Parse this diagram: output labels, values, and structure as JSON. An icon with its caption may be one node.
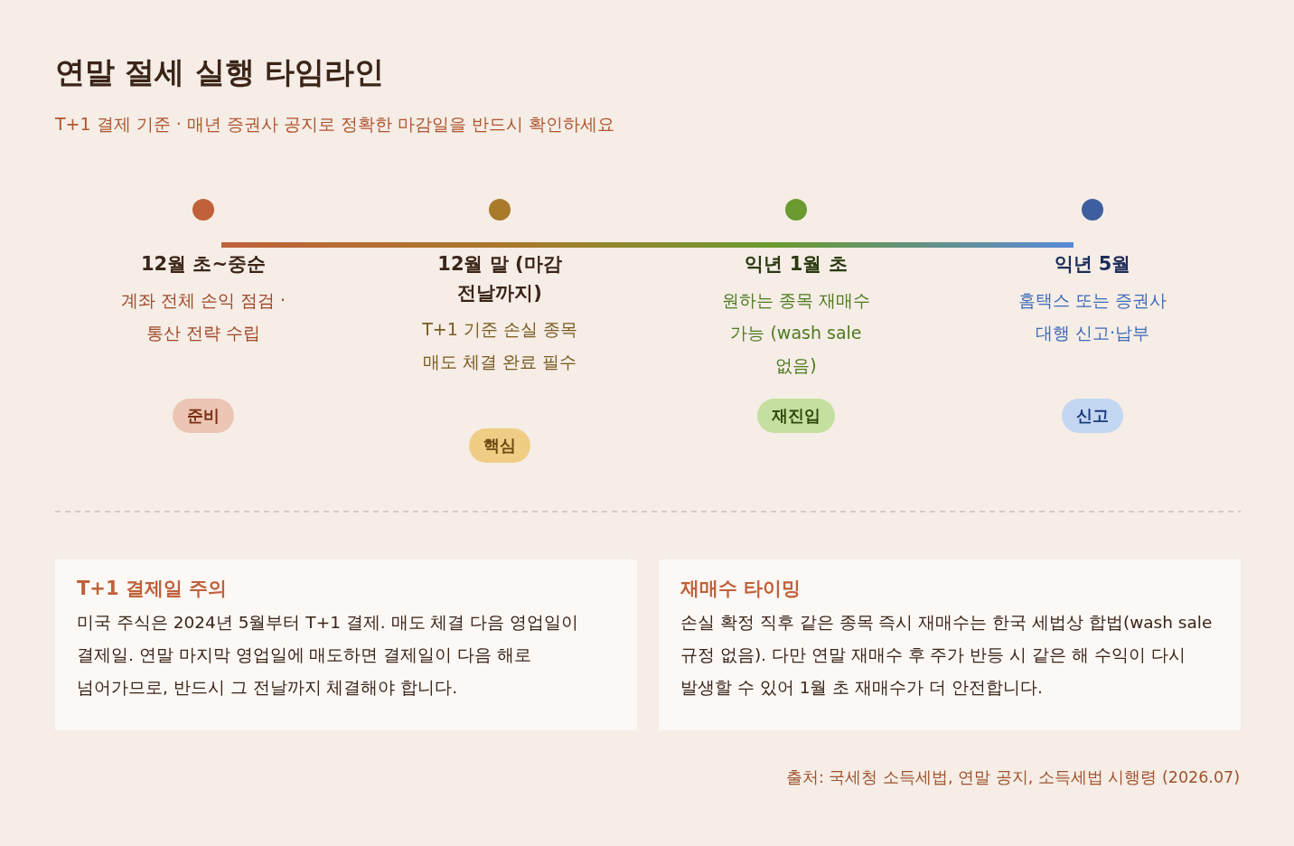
{
  "diagram": {
    "title": "연말 절세 실행 타임라인",
    "caption": "출처: 국세청 소득세법, 연말 공지, 소득세법 시행령 (2026.07)",
    "nodes": [
      {
        "text": [],
        "shape": "circle"
      },
      {
        "text": [],
        "shape": "circle"
      },
      {
        "text": [],
        "shape": "circle"
      },
      {
        "text": [],
        "shape": "circle"
      },
      {
        "text": [
          "12월 초~중순",
          "계좌 전체 손익 점검 · 통산 전략 수립"
        ]
      },
      {
        "text": [
          "12월 말 (마감 전날까지)",
          "T+1 기준 손실 종목 매도 체결 완료 필수"
        ]
      },
      {
        "text": [
          "익년 1월 초",
          "원하는 종목 재매수 가능 (wash sale 없음)"
        ]
      },
      {
        "text": [
          "익년 5월",
          "홈택스 또는 증권사 대행 신고·납부"
        ]
      },
      {
        "text": [
          "준비"
        ]
      },
      {
        "text": [
          "핵심"
        ]
      },
      {
        "text": [
          "재진입"
        ]
      },
      {
        "text": [
          "신고"
        ]
      },
      {
        "text": [
          "T+1 결제일 주의",
          "미국 주식은 2024년 5월부터 T+1 결제. 매도 체결 다음 영업일이 결제일. 연말 마지막 영업일에 매도하면 결제일이 다음 해로 넘어가므로, 반드시 그 전날까지 체결해야 합니다."
        ]
      },
      {
        "text": [
          "재매수 타이밍",
          "손실 확정 직후 같은 종목 즉시 재매수는 한국 세법상 합법(wash sale 규정 없음). 다만 연말 재매수 후 주가 반등 시 같은 해 수익이 다시 발생할 수 있어 1월 초 재매수가 더 안전합니다."
        ]
      }
    ],
    "edges": [],
    "labels": [
      "T+1 결제 기준 · 매년 증권사 공지로 정확한 마감일을 반드시 확인하세요"
    ]
  }
}
